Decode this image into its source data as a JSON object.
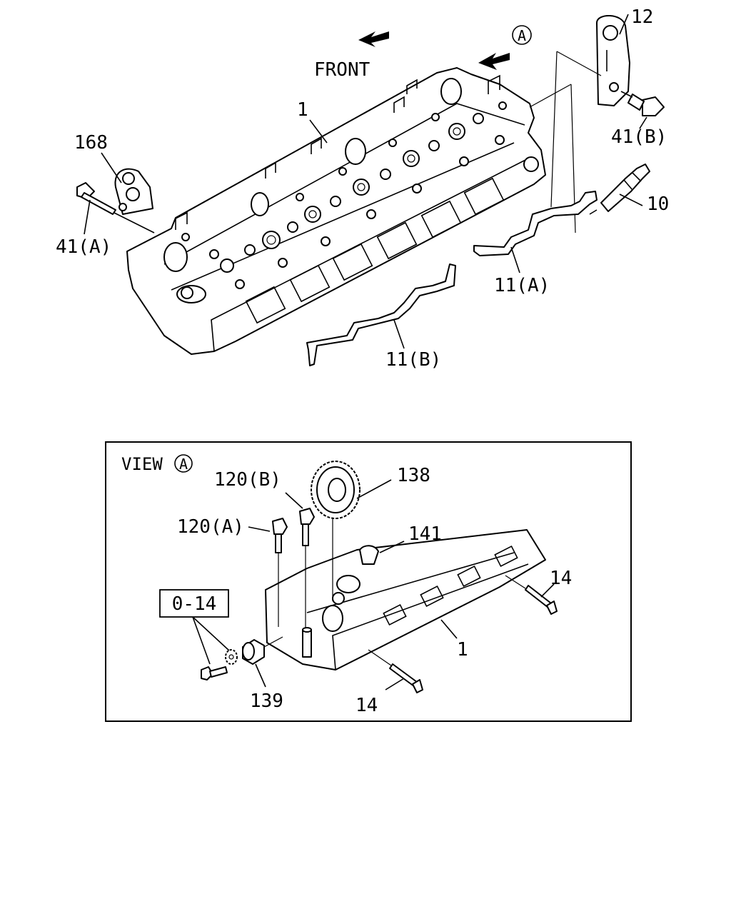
{
  "top": {
    "front_label": "FRONT",
    "view_marker": "A",
    "callouts": {
      "c12": "12",
      "c1": "1",
      "c168": "168",
      "c41b": "41(B)",
      "c41a": "41(A)",
      "c10": "10",
      "c11a": "11(A)",
      "c11b": "11(B)"
    }
  },
  "detail": {
    "view_label": "VIEW",
    "view_marker": "A",
    "box_label": "0-14",
    "callouts": {
      "c120b": "120(B)",
      "c138": "138",
      "c120a": "120(A)",
      "c141": "141",
      "c14_right": "14",
      "c1": "1",
      "c139": "139",
      "c14_bottom": "14"
    }
  }
}
